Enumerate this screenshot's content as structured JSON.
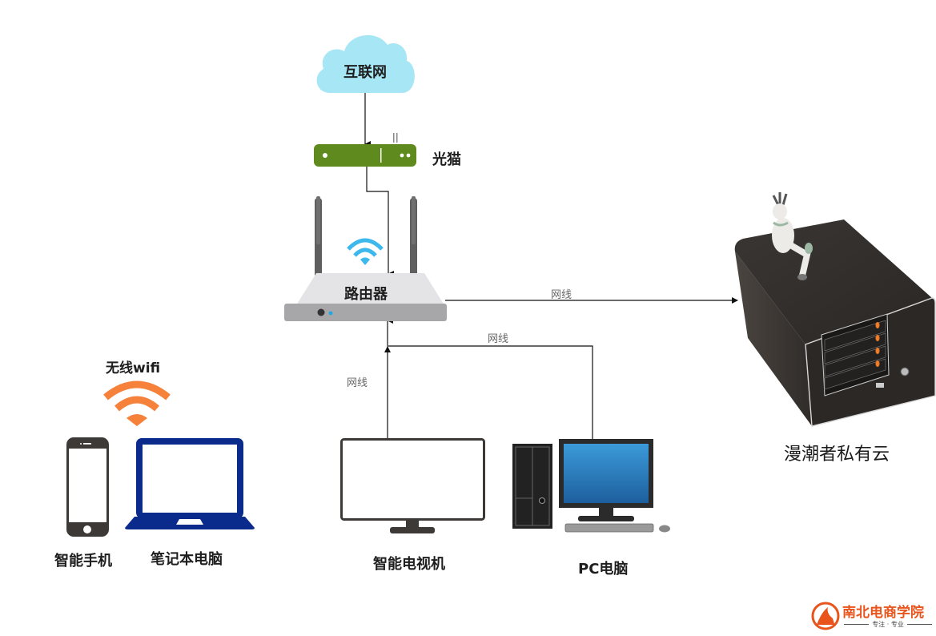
{
  "diagram": {
    "nodes": {
      "internet": {
        "label": "互联网",
        "color": "#a6e6f5"
      },
      "modem": {
        "label": "光猫",
        "color": "#5e8a1e"
      },
      "router": {
        "label": "路由器",
        "wifi_color": "#3cb8ec"
      },
      "nas": {
        "label": "漫潮者私有云"
      },
      "wireless": {
        "label": "无线wifi",
        "wifi_color": "#f5813b"
      },
      "phone": {
        "label": "智能手机"
      },
      "laptop": {
        "label": "笔记本电脑",
        "color": "#0a2a8c"
      },
      "tv": {
        "label": "智能电视机"
      },
      "pc": {
        "label": "PC电脑"
      }
    },
    "edges": [
      {
        "from": "internet",
        "to": "modem",
        "label": ""
      },
      {
        "from": "modem",
        "to": "router",
        "label": ""
      },
      {
        "from": "router",
        "to": "nas",
        "label": "网线"
      },
      {
        "from": "pc",
        "to": "router",
        "label": "网线"
      },
      {
        "from": "tv",
        "to": "router",
        "label": "网线"
      }
    ]
  },
  "watermark": {
    "title": "南北电商学院",
    "subtitle": "专注 · 专业",
    "color": "#e8541c"
  }
}
